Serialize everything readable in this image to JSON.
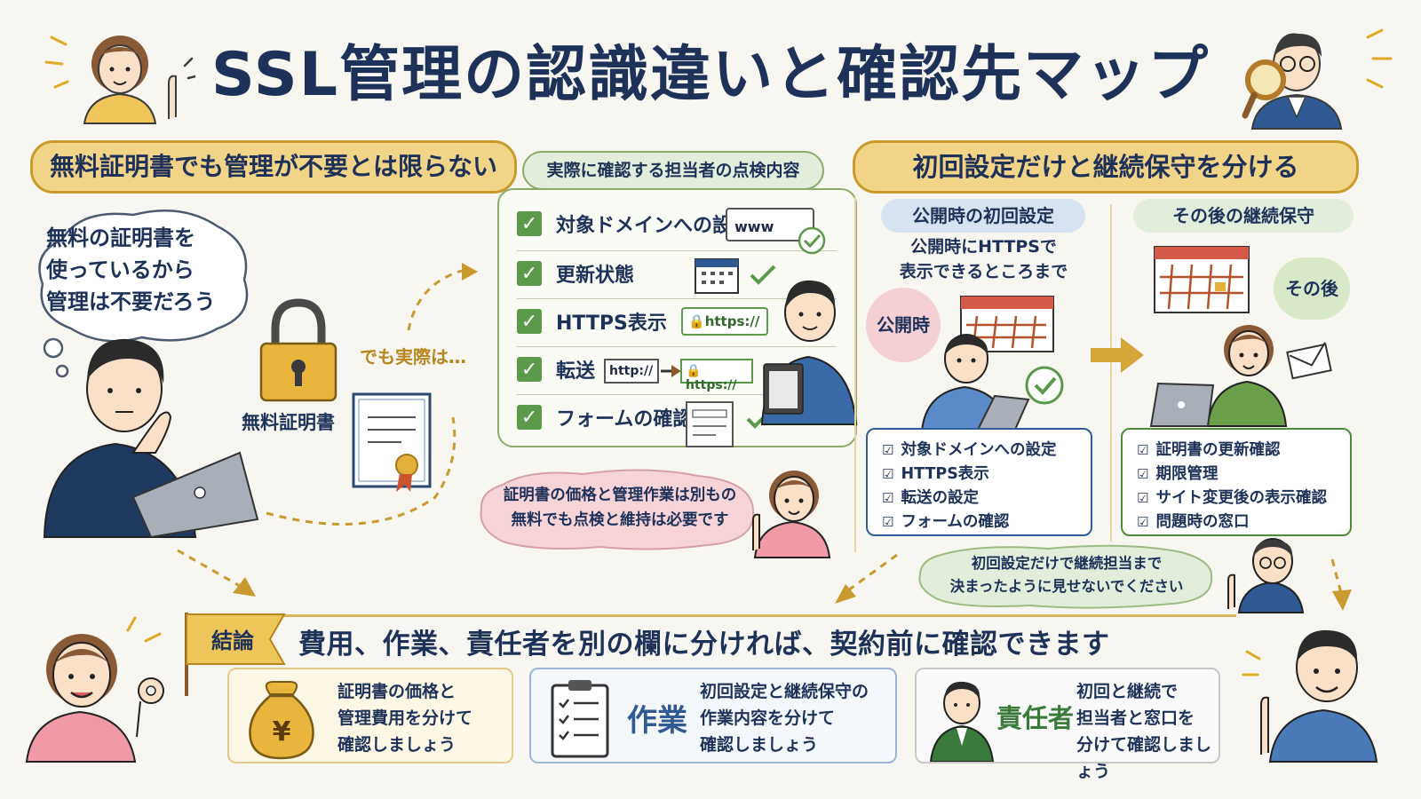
{
  "title": "SSL管理の認識違いと確認先マップ",
  "left": {
    "banner": "無料証明書でも管理が不要とは限らない",
    "thought": [
      "無料の証明書を",
      "使っているから",
      "管理は不要だろう"
    ],
    "lock_label": "無料証明書",
    "transition": "でも実際は…"
  },
  "checks": {
    "heading": "実際に確認する担当者の点検内容",
    "items": [
      "対象ドメインへの設定",
      "更新状態",
      "HTTPS表示",
      "転送",
      "フォームの確認"
    ],
    "www": "www",
    "https": "https://",
    "http": "http://",
    "note": [
      "証明書の価格と管理作業は別もの",
      "無料でも点検と維持は必要です"
    ]
  },
  "right": {
    "banner": "初回設定だけと継続保守を分ける",
    "initial": {
      "heading": "公開時の初回設定",
      "caption": [
        "公開時にHTTPSで",
        "表示できるところまで"
      ],
      "badge": "公開時",
      "items": [
        "対象ドメインへの設定",
        "HTTPS表示",
        "転送の設定",
        "フォームの確認"
      ]
    },
    "ongoing": {
      "heading": "その後の継続保守",
      "badge": "その後",
      "items": [
        "証明書の更新確認",
        "期限管理",
        "サイト変更後の表示確認",
        "問題時の窓口"
      ]
    },
    "note": [
      "初回設定だけで継続担当まで",
      "決まったように見せないでください"
    ]
  },
  "conclusion": {
    "flag": "結論",
    "headline": "費用、作業、責任者を別の欄に分ければ、契約前に確認できます",
    "cards": [
      {
        "lines": [
          "証明書の価格と",
          "管理費用を分けて",
          "確認しましょう"
        ]
      },
      {
        "label": "作業",
        "lines": [
          "初回設定と継続保守の",
          "作業内容を分けて",
          "確認しましょう"
        ]
      },
      {
        "label": "責任者",
        "lines": [
          "初回と継続で",
          "担当者と窓口を",
          "分けて確認しましょう"
        ]
      }
    ]
  },
  "colors": {
    "navy": "#1e3158",
    "banner": "#f2d489",
    "green": "#5a9a4a",
    "blue": "#2f5d9a",
    "pink": "#f4cfd3"
  }
}
